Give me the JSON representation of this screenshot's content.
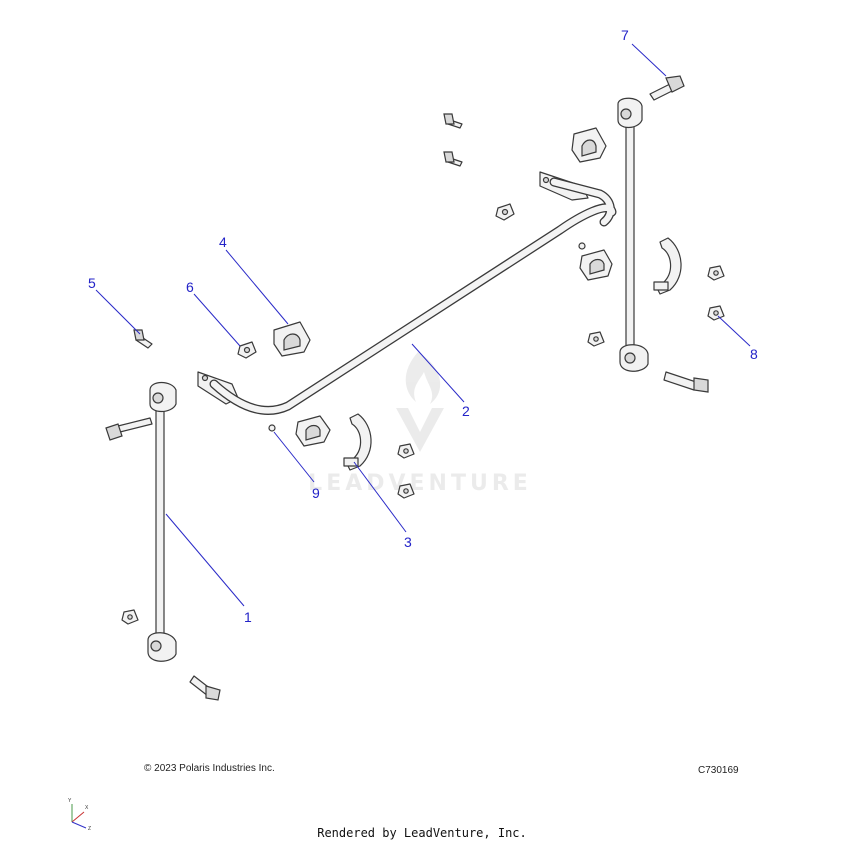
{
  "callouts": [
    "1",
    "2",
    "3",
    "4",
    "5",
    "6",
    "7",
    "8",
    "9"
  ],
  "watermark": "LEADVENTURE",
  "footer": {
    "copyright": "© 2023 Polaris Industries Inc.",
    "drawing_id": "C730169",
    "rendered_by": "Rendered by LeadVenture, Inc."
  },
  "axes": {
    "x": "X",
    "y": "Y",
    "z": "Z"
  }
}
